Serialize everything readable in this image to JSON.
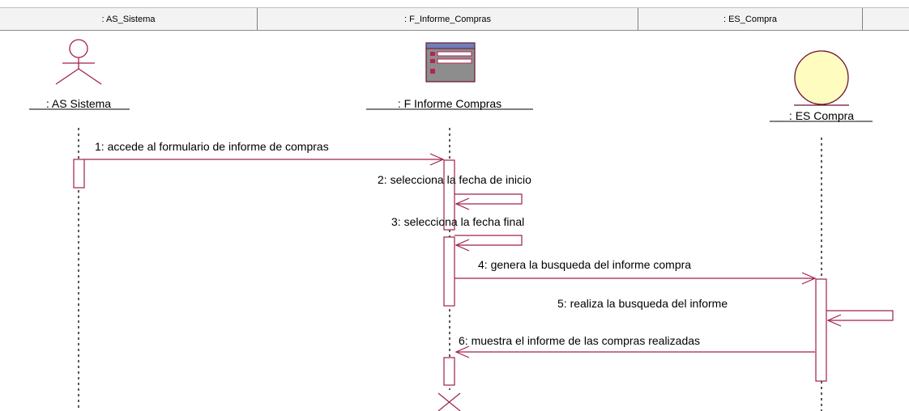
{
  "header": {
    "col1": ": AS_Sistema",
    "col2": ": F_Informe_Compras",
    "col3": ": ES_Compra"
  },
  "objects": {
    "actor": ": AS  Sistema",
    "form": ": F  Informe  Compras",
    "entity": ": ES  Compra"
  },
  "messages": {
    "m1": "1: accede al formulario de informe de compras",
    "m2": "2: selecciona la fecha de inicio",
    "m3": "3: selecciona la fecha final",
    "m4": "4: genera la busqueda del informe compra",
    "m5": "5: realiza la busqueda del informe",
    "m6": "6: muestra el informe de las compras realizadas"
  },
  "colors": {
    "line": "#a0204a",
    "entity_fill": "#fffcc0",
    "lifeline": "#000000"
  }
}
